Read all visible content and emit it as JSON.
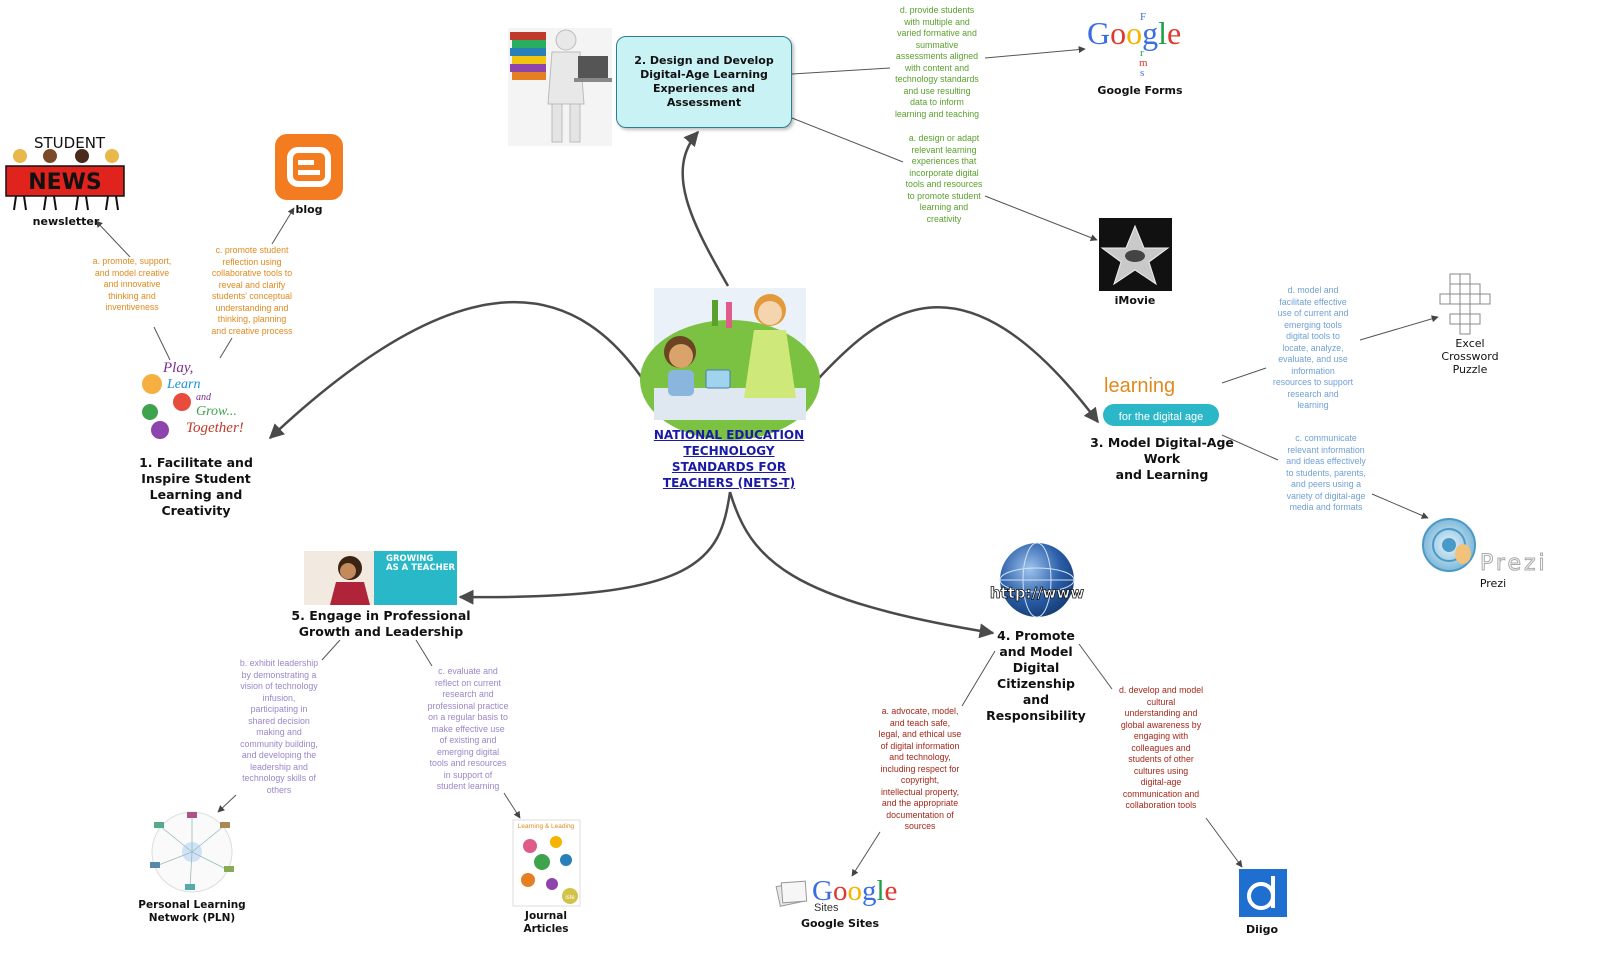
{
  "center": {
    "title": "NATIONAL EDUCATION\nTECHNOLOGY\nSTANDARDS FOR\nTEACHERS (NETS-T)"
  },
  "nodes": {
    "n1": {
      "title": "1. Facilitate and\nInspire Student\nLearning and\nCreativity",
      "image_text": [
        "Play,",
        "Learn",
        "and",
        "Grow...",
        "Together!"
      ]
    },
    "n2": {
      "title": "2. Design and Develop\nDigital-Age Learning\nExperiences and Assessment"
    },
    "n3": {
      "title": "3. Model Digital-Age\nWork\nand Learning",
      "image_text": [
        "learning",
        "for the digital age"
      ]
    },
    "n4": {
      "title": "4. Promote\nand Model\nDigital\nCitizenship\nand\nResponsibility",
      "image_text": "http://www"
    },
    "n5": {
      "title": "5. Engage in Professional\nGrowth and Leadership",
      "image_text": "GROWING\nAS A TEACHER"
    }
  },
  "notes": {
    "n1a": {
      "text": "a. promote, support,\nand model creative\nand innovative\nthinking and\ninventiveness",
      "color": "#e08a1e"
    },
    "n1c": {
      "text": "c. promote student\nreflection using\ncollaborative tools to\nreveal and clarify\nstudents' conceptual\nunderstanding and\nthinking, planning\nand creative process",
      "color": "#e08a1e"
    },
    "n2d": {
      "text": "d. provide students\nwith multiple and\nvaried formative and\nsummative\nassessments aligned\nwith content and\ntechnology standards\nand use resulting\ndata to inform\nlearning and teaching",
      "color": "#5aa02c"
    },
    "n2a": {
      "text": "a. design or adapt\nrelevant learning\nexperiences that\nincorporate digital\ntools and resources\nto promote student\nlearning and\ncreativity",
      "color": "#5aa02c"
    },
    "n3d": {
      "text": "d. model and\nfacilitate effective\nuse of current and\nemerging tools\ndigital tools to\nlocate, analyze,\nevaluate, and use\ninformation\nresources to support\nresearch and\nlearning",
      "color": "#6f9fd6"
    },
    "n3c": {
      "text": "c. communicate\nrelevant information\nand ideas effectively\nto students, parents,\nand peers using a\nvariety of digital-age\nmedia and formats",
      "color": "#6f9fd6"
    },
    "n4a": {
      "text": "a. advocate, model,\nand teach safe,\nlegal, and ethical use\nof digital information\nand technology,\nincluding respect for\ncopyright,\nintellectual property,\nand the appropriate\ndocumentation of\nsources",
      "color": "#a5281a"
    },
    "n4d": {
      "text": "d. develop and model\ncultural\nunderstanding and\nglobal awareness by\nengaging with\ncolleagues and\nstudents of other\ncultures using\ndigital-age\ncommunication and\ncollaboration tools",
      "color": "#a5281a"
    },
    "n5b": {
      "text": "b. exhibit leadership\nby demonstrating a\nvision of technology\ninfusion,\nparticipating in\nshared decision\nmaking and\ncommunity building,\nand developing the\nleadership and\ntechnology skills of\nothers",
      "color": "#9b86c9"
    },
    "n5c": {
      "text": "c. evaluate and\nreflect on current\nresearch and\nprofessional practice\non a regular basis to\nmake effective use\nof existing and\nemerging digital\ntools and resources\nin support of\nstudent learning",
      "color": "#9b86c9"
    }
  },
  "tools": {
    "newsletter": {
      "label": "newsletter",
      "image_text": [
        "STUDENT",
        "NEWS"
      ]
    },
    "blog": {
      "label": "blog"
    },
    "google_forms": {
      "label": "Google Forms",
      "image_text": [
        "Google",
        "Forms"
      ]
    },
    "imovie": {
      "label": "iMovie"
    },
    "excel_crossword": {
      "label": "Excel\nCrossword\nPuzzle"
    },
    "prezi": {
      "label": "Prezi",
      "image_text": "Prezi"
    },
    "google_sites": {
      "label": "Google Sites",
      "image_text": [
        "Google",
        "Sites"
      ]
    },
    "diigo": {
      "label": "Diigo"
    },
    "pln": {
      "label": "Personal Learning\nNetwork (PLN)"
    },
    "journal": {
      "label": "Journal\nArticles",
      "image_text": [
        "Learning & Leading",
        "iste"
      ]
    }
  },
  "colors": {
    "branch": "#4a4a4a",
    "center_link": "#1a1aa6",
    "box2_fill": "#c9f2f5",
    "blogger_orange": "#f47c20",
    "diigo_blue": "#1f6fd0"
  }
}
